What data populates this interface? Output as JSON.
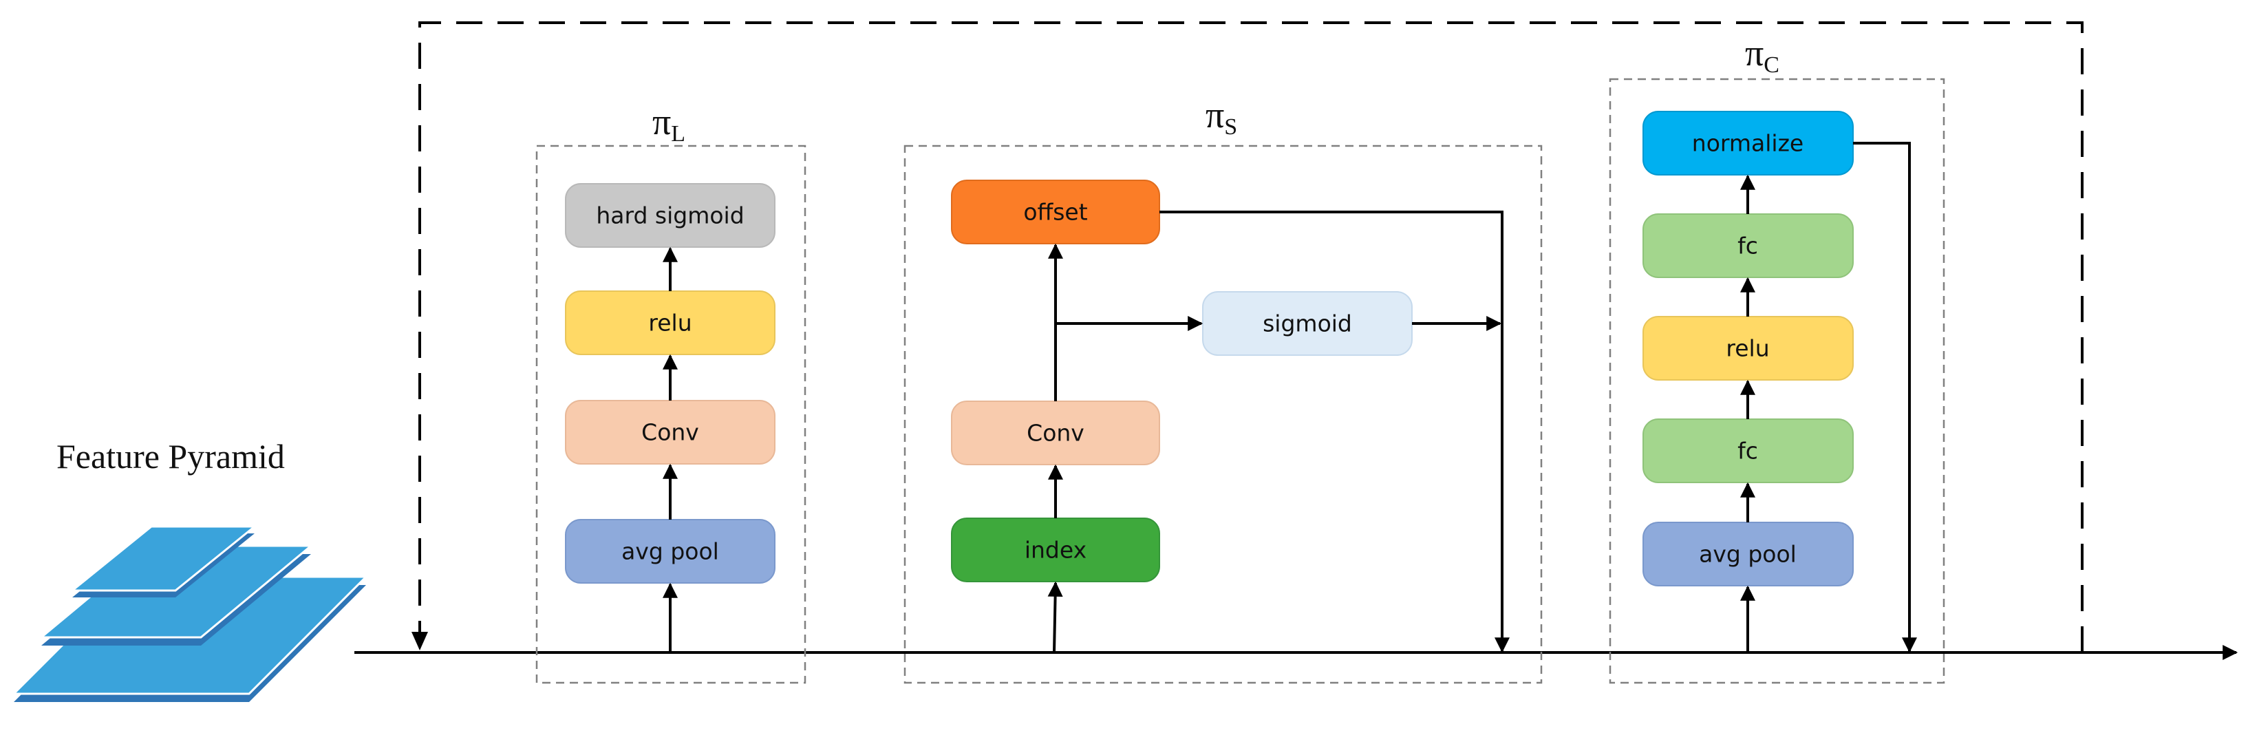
{
  "title": "Feature Pyramid",
  "modules": {
    "pi_l": {
      "symbol": "π",
      "subscript": "L"
    },
    "pi_s": {
      "symbol": "π",
      "subscript": "S"
    },
    "pi_c": {
      "symbol": "π",
      "subscript": "C"
    }
  },
  "nodes": {
    "l_hard_sigmoid": {
      "label": "hard sigmoid",
      "color": "#c8c8c8"
    },
    "l_relu": {
      "label": "relu",
      "color": "#ffd966"
    },
    "l_conv": {
      "label": "Conv",
      "color": "#f8cbad"
    },
    "l_avg_pool": {
      "label": "avg pool",
      "color": "#8eaadb"
    },
    "s_offset": {
      "label": "offset",
      "color": "#fb7d27"
    },
    "s_sigmoid": {
      "label": "sigmoid",
      "color": "#deebf7"
    },
    "s_conv": {
      "label": "Conv",
      "color": "#f8cbad"
    },
    "s_index": {
      "label": "index",
      "color": "#3ea93c"
    },
    "c_normalize": {
      "label": "normalize",
      "color": "#00b0f0"
    },
    "c_fc_top": {
      "label": "fc",
      "color": "#a3d68d"
    },
    "c_relu": {
      "label": "relu",
      "color": "#ffd966"
    },
    "c_fc_bottom": {
      "label": "fc",
      "color": "#a3d68d"
    },
    "c_avg_pool": {
      "label": "avg pool",
      "color": "#8eaadb"
    }
  },
  "pyramid_color": "#3aa3db"
}
